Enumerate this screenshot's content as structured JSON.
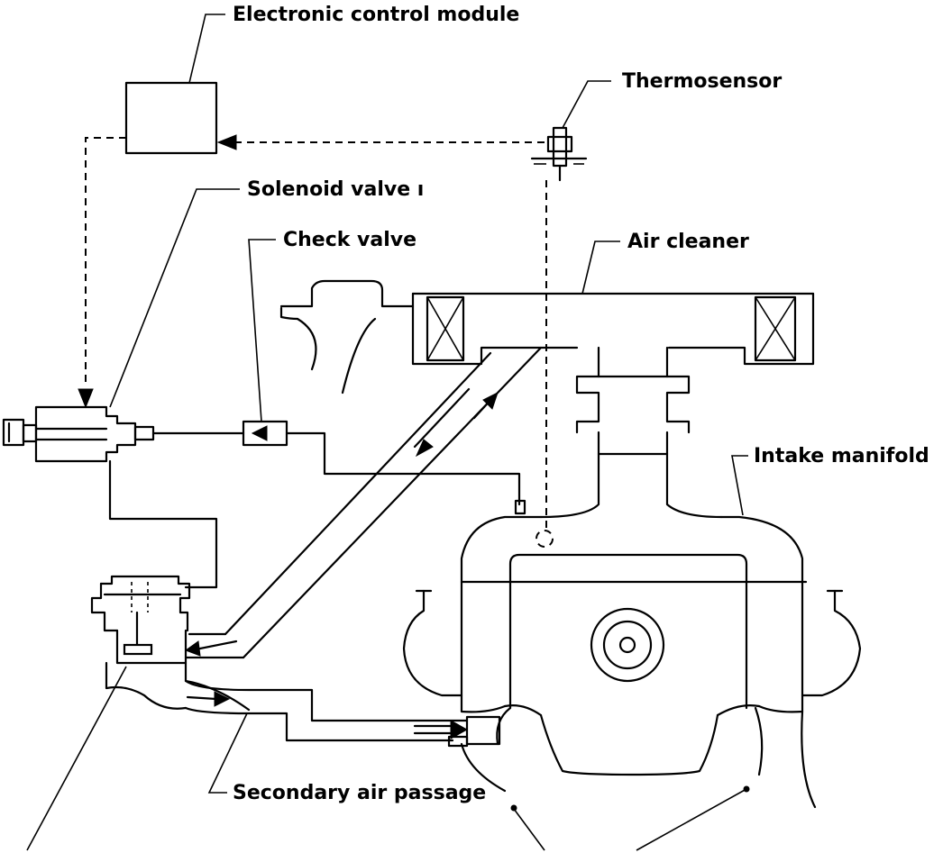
{
  "labels": {
    "ecm": "Electronic control module",
    "thermosensor": "Thermosensor",
    "solenoid": "Solenoid valve ı",
    "check_valve": "Check valve",
    "air_cleaner": "Air cleaner",
    "intake_manifold": "Intake manifold",
    "secondary_air": "Secondary air passage"
  }
}
